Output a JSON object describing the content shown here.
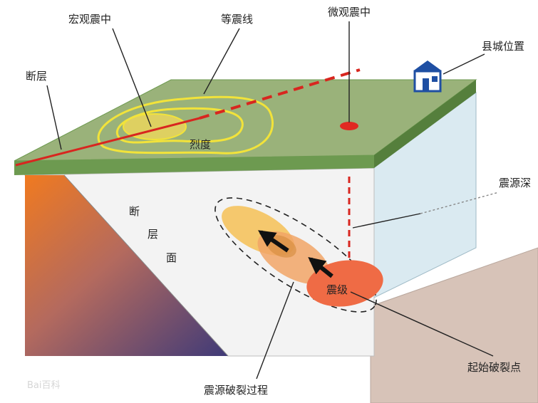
{
  "labels": {
    "macro_epicenter": "宏观震中",
    "isoseismal": "等震线",
    "micro_epicenter": "微观震中",
    "county_location": "县城位置",
    "fault": "断层",
    "intensity": "烈度",
    "focal_depth": "震源深",
    "fault_plane_chars": [
      "断",
      "层",
      "面"
    ],
    "magnitude": "震级",
    "rupture_start": "起始破裂点",
    "rupture_process": "震源破裂过程",
    "watermark": "Bai百科"
  },
  "colors": {
    "ground_top": "#9ab27a",
    "ground_edge": "#6d9a50",
    "isoseismal_line": "#f2e33a",
    "fault_line": "#d8261f",
    "rupture_zone": "#f5a55a",
    "hypocenter": "#ef6b45",
    "front_face": "#f3f3f3",
    "right_face": "#cde3ec",
    "base_slab": "#d7c3b8"
  }
}
